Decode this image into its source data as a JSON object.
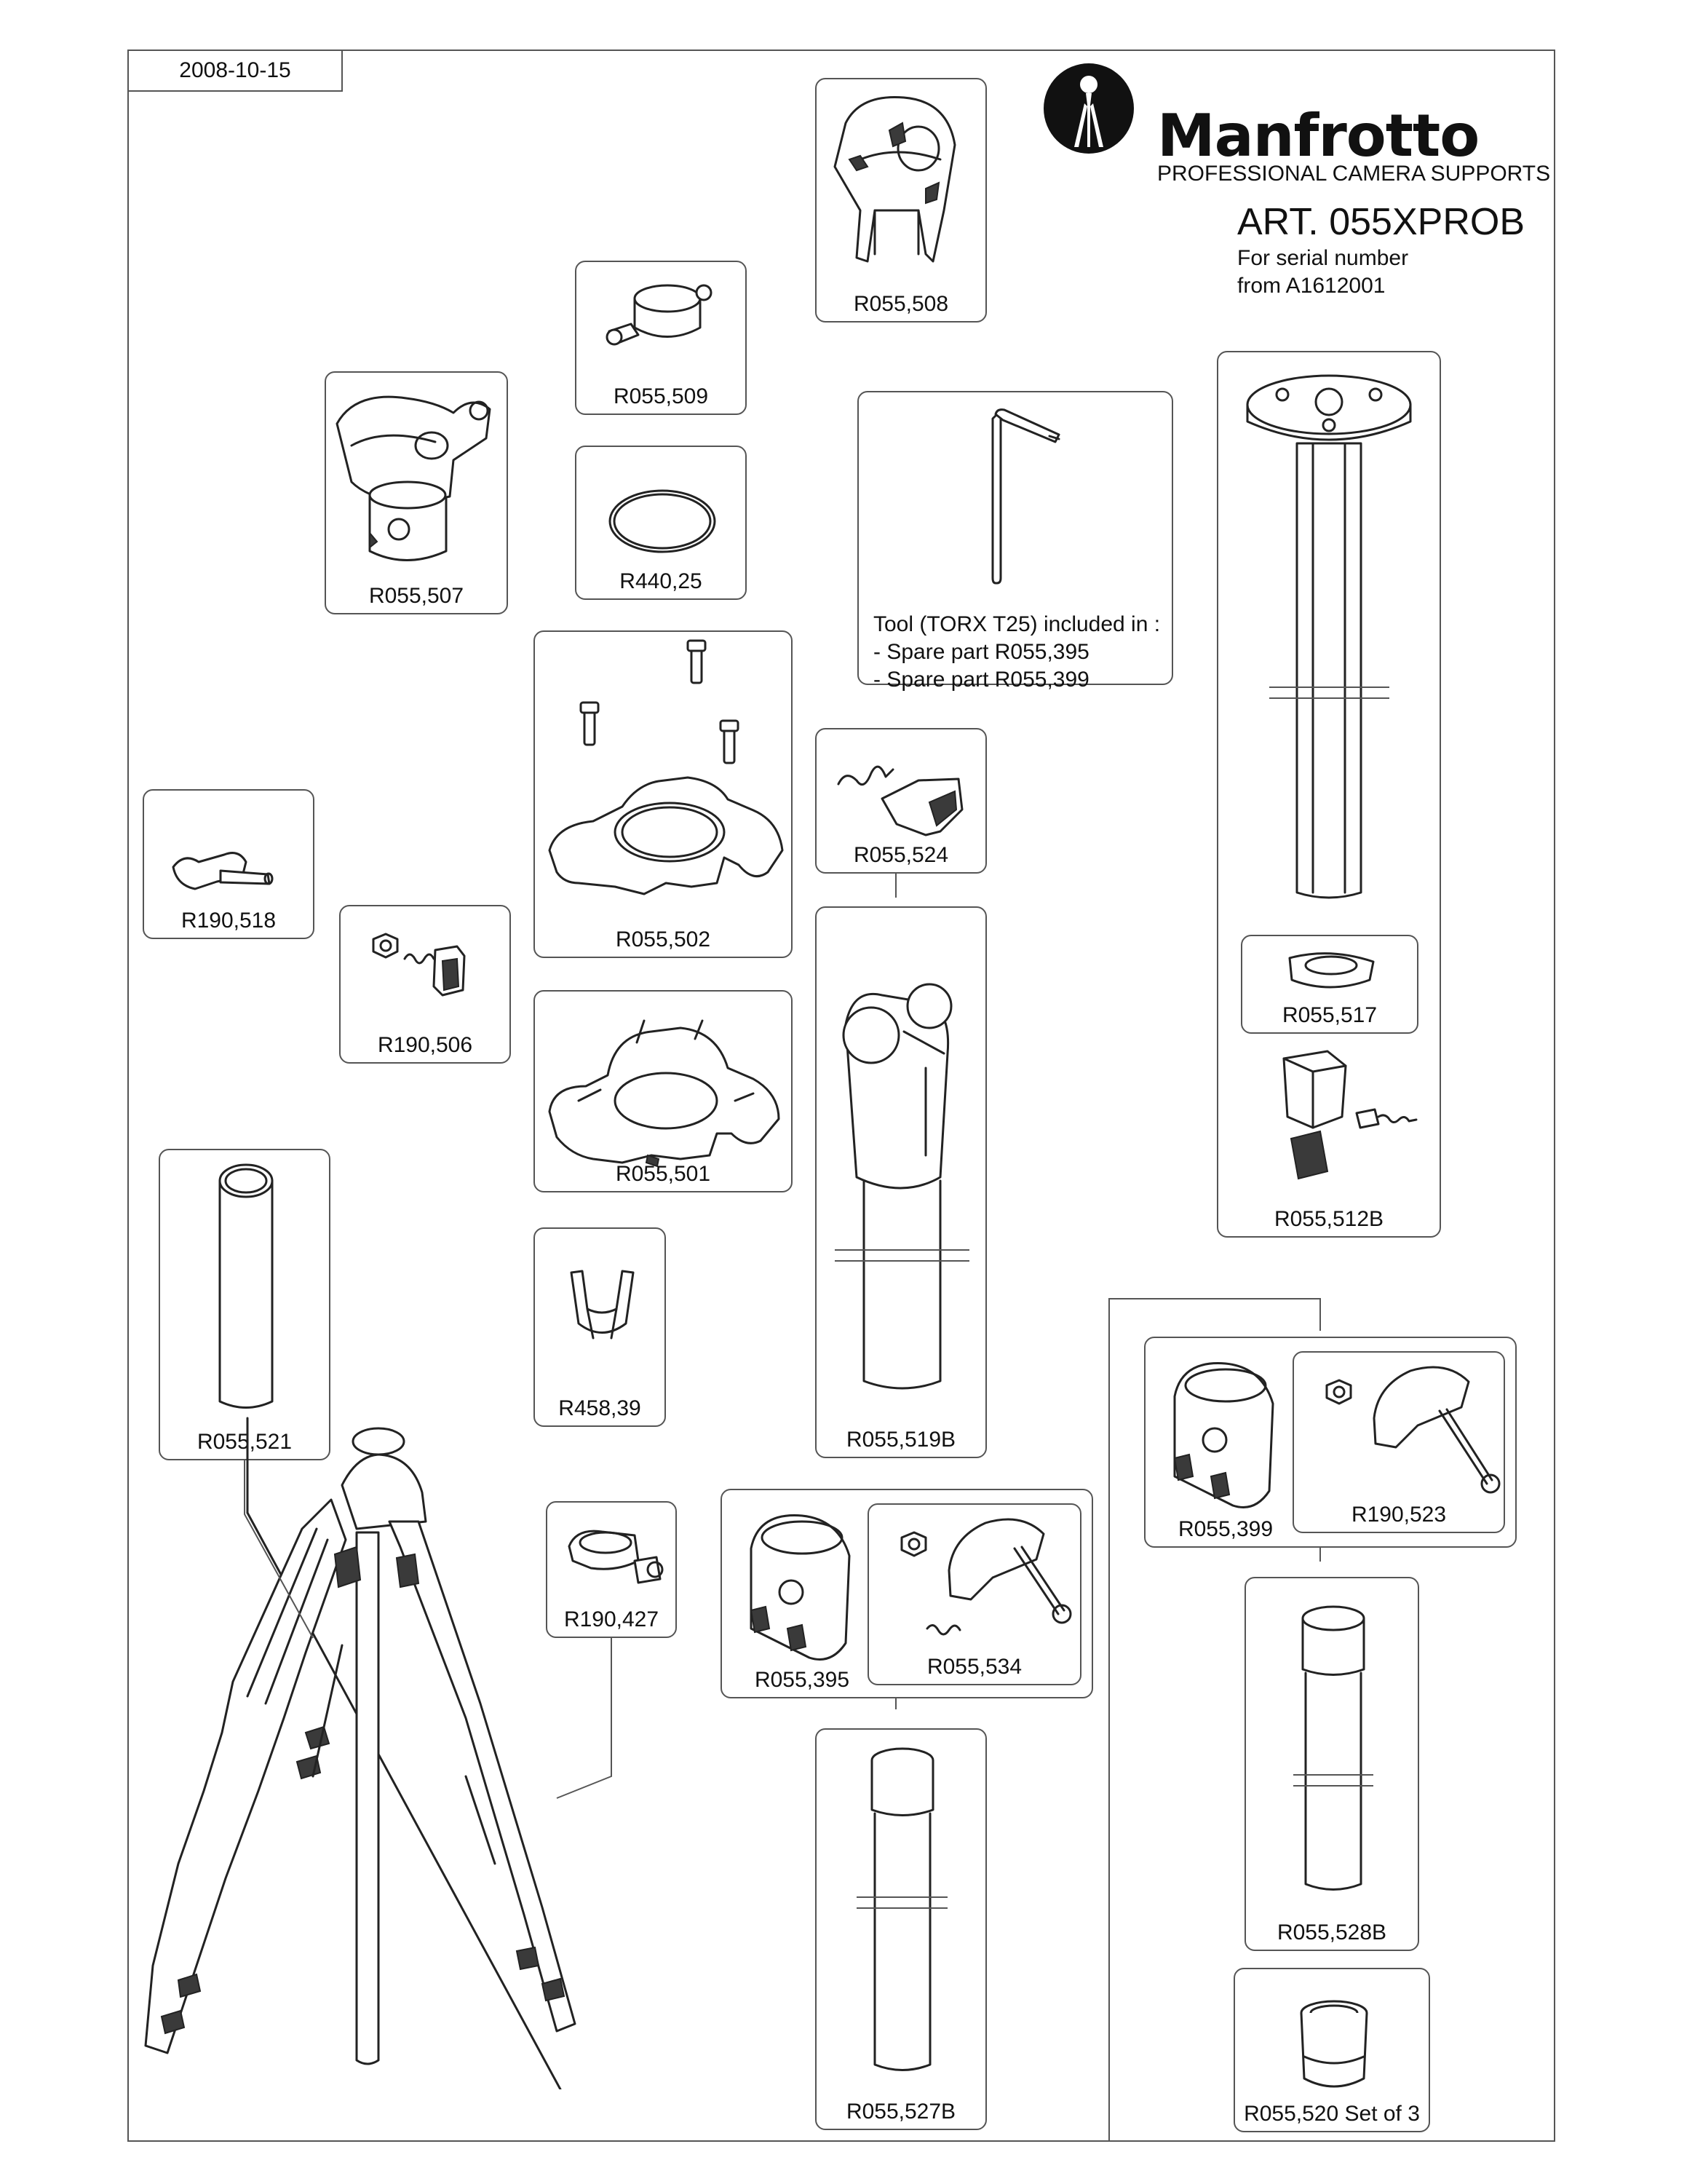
{
  "header": {
    "date": "2008-10-15",
    "brand": "Manfrotto",
    "tagline": "PROFESSIONAL CAMERA SUPPORTS",
    "article": "ART. 055XPROB",
    "serial_line1": "For serial number",
    "serial_line2": "from A1612001"
  },
  "tool_note": {
    "line1": "Tool (TORX T25) included in :",
    "line2": "- Spare part R055,395",
    "line3": "- Spare part R055,399"
  },
  "parts": {
    "r055_508": "R055,508",
    "r055_509": "R055,509",
    "r055_507": "R055,507",
    "r440_25": "R440,25",
    "r055_502": "R055,502",
    "r055_524": "R055,524",
    "r190_518": "R190,518",
    "r190_506": "R190,506",
    "r055_501": "R055,501",
    "r055_517": "R055,517",
    "r055_512b": "R055,512B",
    "r055_521": "R055,521",
    "r458_39": "R458,39",
    "r055_519b": "R055,519B",
    "r190_427": "R190,427",
    "r055_399": "R055,399",
    "r190_523": "R190,523",
    "r055_395": "R055,395",
    "r055_534": "R055,534",
    "r055_528b": "R055,528B",
    "r055_527b": "R055,527B",
    "r055_520": "R055,520 Set of 3"
  }
}
